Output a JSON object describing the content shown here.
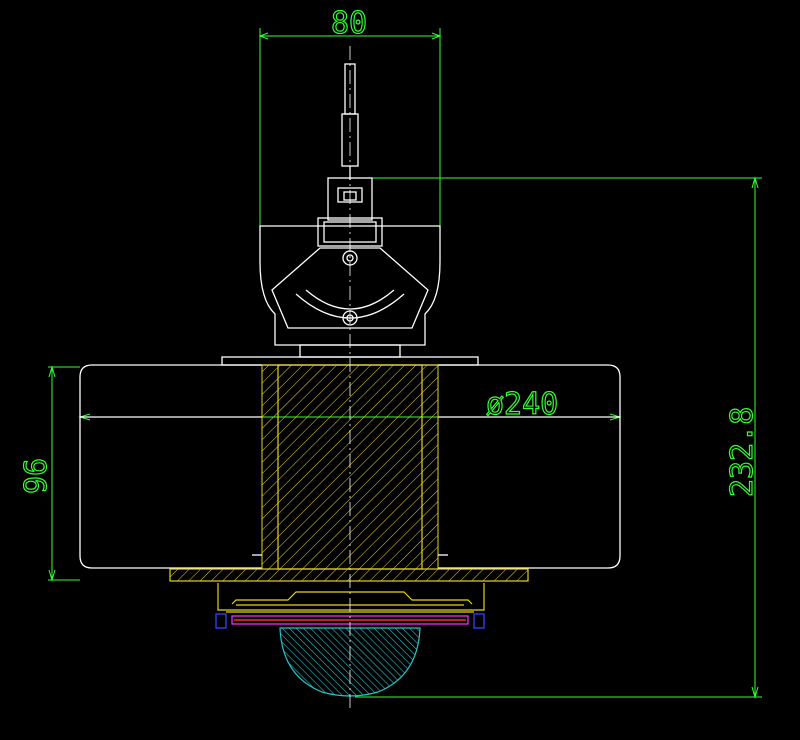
{
  "dimensions": {
    "top_width": "80",
    "diameter": "ø240",
    "height_left": "96",
    "height_right": "232.8"
  },
  "colors": {
    "background": "#000000",
    "dimension": "#33ff33",
    "outline": "#ffffff",
    "hatch": "#e8d31a",
    "lens": "#27c2c8",
    "red": "#ff2a2a",
    "magenta": "#ff33ff",
    "blue": "#3344ff"
  }
}
